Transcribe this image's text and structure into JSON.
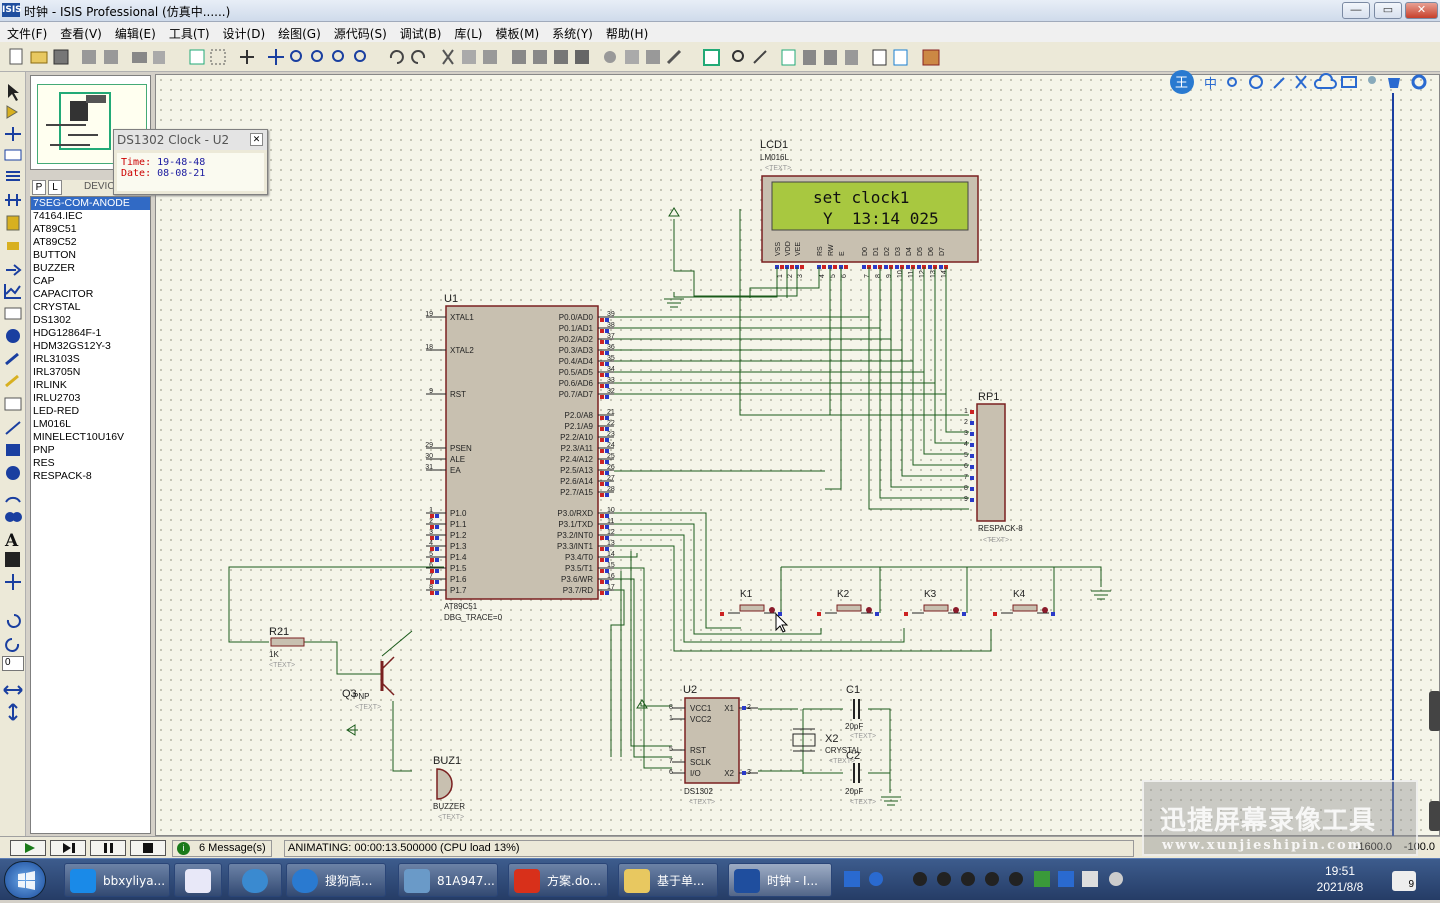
{
  "window": {
    "app_icon": "ISIS",
    "title": "时钟 - ISIS Professional (仿真中......)",
    "minimize": "—",
    "maximize": "▭",
    "close": "✕"
  },
  "menu": [
    "文件(F)",
    "查看(V)",
    "编辑(E)",
    "工具(T)",
    "设计(D)",
    "绘图(G)",
    "源代码(S)",
    "调试(B)",
    "库(L)",
    "模板(M)",
    "系统(Y)",
    "帮助(H)"
  ],
  "device_panel": {
    "tab_p": "P",
    "tab_l": "L",
    "header": "DEVICES",
    "items": [
      "7SEG-COM-ANODE",
      "74164.IEC",
      "AT89C51",
      "AT89C52",
      "BUTTON",
      "BUZZER",
      "CAP",
      "CAPACITOR",
      "CRYSTAL",
      "DS1302",
      "HDG12864F-1",
      "HDM32GS12Y-3",
      "IRL3103S",
      "IRL3705N",
      "IRLINK",
      "IRLU2703",
      "LED-RED",
      "LM016L",
      "MINELECT10U16V",
      "PNP",
      "RES",
      "RESPACK-8"
    ],
    "selected": "7SEG-COM-ANODE"
  },
  "popup": {
    "title": "DS1302 Clock - U2",
    "time_label": "Time:",
    "time_value": "19-48-48",
    "date_label": "Date:",
    "date_value": "08-08-21"
  },
  "schematic": {
    "lcd": {
      "ref": "LCD1",
      "model": "LM016L",
      "text_tag": "<TEXT>",
      "line1": "set clock1",
      "line2": "Y  13:14 025",
      "pin_labels": [
        "VSS",
        "VDD",
        "VEE",
        "RS",
        "RW",
        "E",
        "D0",
        "D1",
        "D2",
        "D3",
        "D4",
        "D5",
        "D6",
        "D7"
      ],
      "pin_numbers": [
        "1",
        "2",
        "3",
        "4",
        "5",
        "6",
        "7",
        "8",
        "9",
        "10",
        "11",
        "12",
        "13",
        "14"
      ]
    },
    "mcu": {
      "ref": "U1",
      "model": "AT89C51",
      "trace": "DBG_TRACE=0",
      "left_pins": [
        {
          "num": "19",
          "name": "XTAL1"
        },
        {
          "num": "18",
          "name": "XTAL2"
        },
        {
          "num": "9",
          "name": "RST"
        },
        {
          "num": "29",
          "name": "PSEN"
        },
        {
          "num": "30",
          "name": "ALE"
        },
        {
          "num": "31",
          "name": "EA"
        },
        {
          "num": "1",
          "name": "P1.0"
        },
        {
          "num": "2",
          "name": "P1.1"
        },
        {
          "num": "3",
          "name": "P1.2"
        },
        {
          "num": "4",
          "name": "P1.3"
        },
        {
          "num": "5",
          "name": "P1.4"
        },
        {
          "num": "6",
          "name": "P1.5"
        },
        {
          "num": "7",
          "name": "P1.6"
        },
        {
          "num": "8",
          "name": "P1.7"
        }
      ],
      "right_pins": [
        {
          "num": "39",
          "name": "P0.0/AD0"
        },
        {
          "num": "38",
          "name": "P0.1/AD1"
        },
        {
          "num": "37",
          "name": "P0.2/AD2"
        },
        {
          "num": "36",
          "name": "P0.3/AD3"
        },
        {
          "num": "35",
          "name": "P0.4/AD4"
        },
        {
          "num": "34",
          "name": "P0.5/AD5"
        },
        {
          "num": "33",
          "name": "P0.6/AD6"
        },
        {
          "num": "32",
          "name": "P0.7/AD7"
        },
        {
          "num": "21",
          "name": "P2.0/A8"
        },
        {
          "num": "22",
          "name": "P2.1/A9"
        },
        {
          "num": "23",
          "name": "P2.2/A10"
        },
        {
          "num": "24",
          "name": "P2.3/A11"
        },
        {
          "num": "25",
          "name": "P2.4/A12"
        },
        {
          "num": "26",
          "name": "P2.5/A13"
        },
        {
          "num": "27",
          "name": "P2.6/A14"
        },
        {
          "num": "28",
          "name": "P2.7/A15"
        },
        {
          "num": "10",
          "name": "P3.0/RXD"
        },
        {
          "num": "11",
          "name": "P3.1/TXD"
        },
        {
          "num": "12",
          "name": "P3.2/INT0"
        },
        {
          "num": "13",
          "name": "P3.3/INT1"
        },
        {
          "num": "14",
          "name": "P3.4/T0"
        },
        {
          "num": "15",
          "name": "P3.5/T1"
        },
        {
          "num": "16",
          "name": "P3.6/WR"
        },
        {
          "num": "17",
          "name": "P3.7/RD"
        }
      ]
    },
    "respack": {
      "ref": "RP1",
      "model": "RESPACK-8",
      "text_tag": "<TEXT>",
      "pins": [
        "1",
        "2",
        "3",
        "4",
        "5",
        "6",
        "7",
        "8",
        "9"
      ]
    },
    "keys": [
      "K1",
      "K2",
      "K3",
      "K4"
    ],
    "rtc": {
      "ref": "U2",
      "model": "DS1302",
      "text_tag": "<TEXT>",
      "pins_left": [
        {
          "num": "8",
          "name": "VCC1"
        },
        {
          "num": "1",
          "name": "VCC2"
        },
        {
          "num": "5",
          "name": "RST"
        },
        {
          "num": "7",
          "name": "SCLK"
        },
        {
          "num": "6",
          "name": "I/O"
        }
      ],
      "pins_right": [
        {
          "num": "2",
          "name": "X1"
        },
        {
          "num": "3",
          "name": "X2"
        }
      ]
    },
    "c1": {
      "ref": "C1",
      "value": "20pF",
      "text_tag": "<TEXT>"
    },
    "c2": {
      "ref": "C2",
      "value": "20pF",
      "text_tag": "<TEXT>"
    },
    "x2": {
      "ref": "X2",
      "model": "CRYSTAL",
      "text_tag": "<TEXT>"
    },
    "r21": {
      "ref": "R21",
      "value": "1K",
      "text_tag": "<TEXT>"
    },
    "q": {
      "ref": "Q3",
      "model": "PNP",
      "text_tag": "<TEXT>"
    },
    "buz": {
      "ref": "BUZ1",
      "model": "BUZZER",
      "text_tag": "<TEXT>"
    }
  },
  "status": {
    "messages": "6 Message(s)",
    "animating": "ANIMATING: 00:00:13.500000 (CPU load 13%)",
    "coord_x": "-1600.0",
    "coord_y": "-100.0",
    "rotation": "0"
  },
  "taskbar": {
    "items": [
      "bbxyliya...",
      "",
      "",
      "搜狗高...",
      "81A947...",
      "方案.do...",
      "基于单...",
      "时钟 - I..."
    ],
    "time": "19:51",
    "date": "2021/8/8",
    "notif_count": "9"
  },
  "watermark": {
    "title": "迅捷屏幕录像工具",
    "url": "www.xunjieshipin.com"
  }
}
